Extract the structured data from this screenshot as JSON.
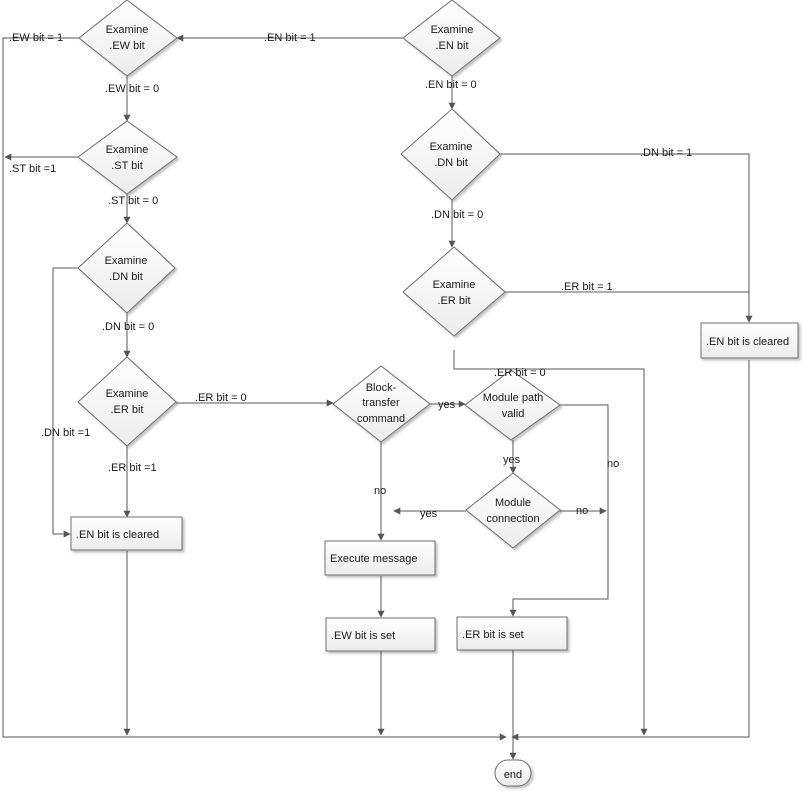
{
  "diagram": {
    "nodes": {
      "examine_ew": [
        "Examine",
        ".EW bit"
      ],
      "examine_st": [
        "Examine",
        ".ST bit"
      ],
      "examine_dn_left": [
        "Examine",
        ".DN bit"
      ],
      "examine_er_left": [
        "Examine",
        ".ER bit"
      ],
      "examine_en": [
        "Examine",
        ".EN bit"
      ],
      "examine_dn_right": [
        "Examine",
        ".DN bit"
      ],
      "examine_er_right": [
        "Examine",
        ".ER bit"
      ],
      "block_transfer": [
        "Block-",
        "transfer",
        "command"
      ],
      "module_path": [
        "Module path",
        "valid"
      ],
      "module_connection": [
        "Module",
        "connection"
      ],
      "en_cleared_left": ".EN bit is cleared",
      "en_cleared_right": ".EN bit is cleared",
      "execute_message": "Execute message",
      "ew_set": ".EW bit is set",
      "er_set": ".ER bit is set",
      "end": "end"
    },
    "labels": {
      "ew_1": ".EW bit = 1",
      "en_1": ".EN bit = 1",
      "ew_0": ".EW bit = 0",
      "en_0": ".EN bit = 0",
      "st_1": ".ST bit =1",
      "st_0": ".ST bit = 0",
      "dn_1_right": ".DN bit = 1",
      "dn_0_right": ".DN bit = 0",
      "er_1_right": ".ER bit = 1",
      "dn_0_left": ".DN bit = 0",
      "er_0_right": ".ER bit = 0",
      "er_0_left": ".ER bit = 0",
      "yes_path": "yes",
      "dn_1_left": ".DN bit =1",
      "yes_valid": "yes",
      "no_valid": "no",
      "er_1_left": ".ER bit =1",
      "no_block": "no",
      "yes_connection": "yes",
      "no_connection": "no"
    }
  }
}
